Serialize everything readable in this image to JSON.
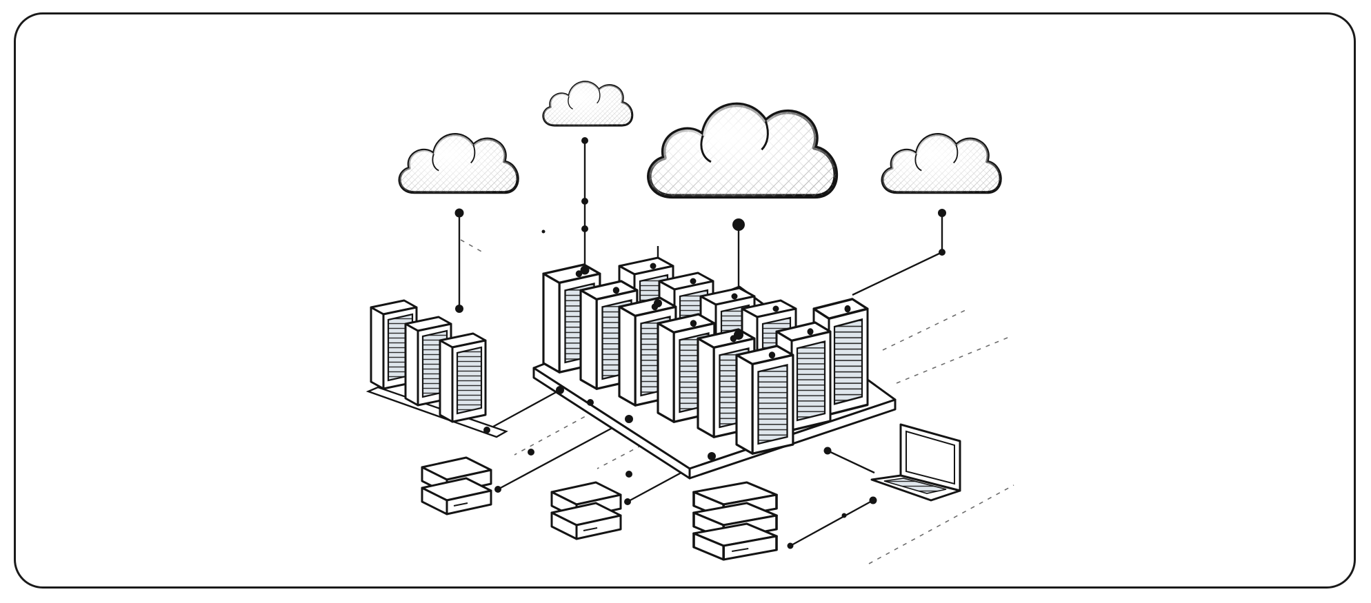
{
  "colors": {
    "ink": "#141414",
    "background": "#ffffff",
    "frame": "#1a1a1a",
    "hatch": "#6b6b6b",
    "panel": "#c8d2dc"
  },
  "nodes": {
    "clouds": [
      "cloud",
      "cloud",
      "cloud",
      "cloud"
    ],
    "server_racks": [
      "server-rack",
      "server-rack",
      "server-rack",
      "server-rack",
      "server-rack",
      "server-rack",
      "server-rack",
      "server-rack",
      "server-rack",
      "server-rack",
      "server-rack",
      "server-rack",
      "server-rack",
      "server-rack"
    ],
    "storage_units": [
      "storage-unit",
      "storage-unit",
      "storage-unit"
    ],
    "client": "laptop"
  }
}
